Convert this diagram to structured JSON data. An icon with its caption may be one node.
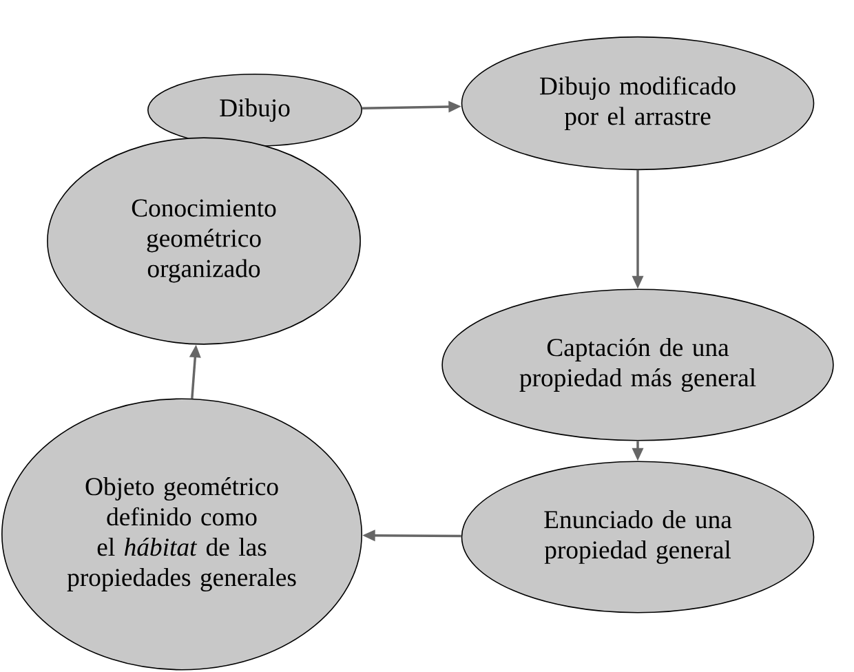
{
  "diagram": {
    "nodes": [
      {
        "text": [
          "Dibujo"
        ]
      },
      {
        "text": [
          "Dibujo modificado por el arrastre"
        ]
      },
      {
        "text": [
          "Conocimiento geométrico organizado"
        ]
      },
      {
        "text": [
          "Captación de una propiedad más general"
        ]
      },
      {
        "text": [
          "Objeto geométrico definido como el *hábitat* de las propiedades  generales"
        ]
      },
      {
        "text": [
          "Enunciado de una propiedad general"
        ]
      }
    ],
    "edges": [
      {
        "from": 0,
        "to": 1,
        "arrow": "to"
      },
      {
        "from": 1,
        "to": 3,
        "arrow": "to"
      },
      {
        "from": 3,
        "to": 5,
        "arrow": "to"
      },
      {
        "from": 5,
        "to": 4,
        "arrow": "to"
      },
      {
        "from": 4,
        "to": 2,
        "arrow": "to"
      }
    ]
  }
}
